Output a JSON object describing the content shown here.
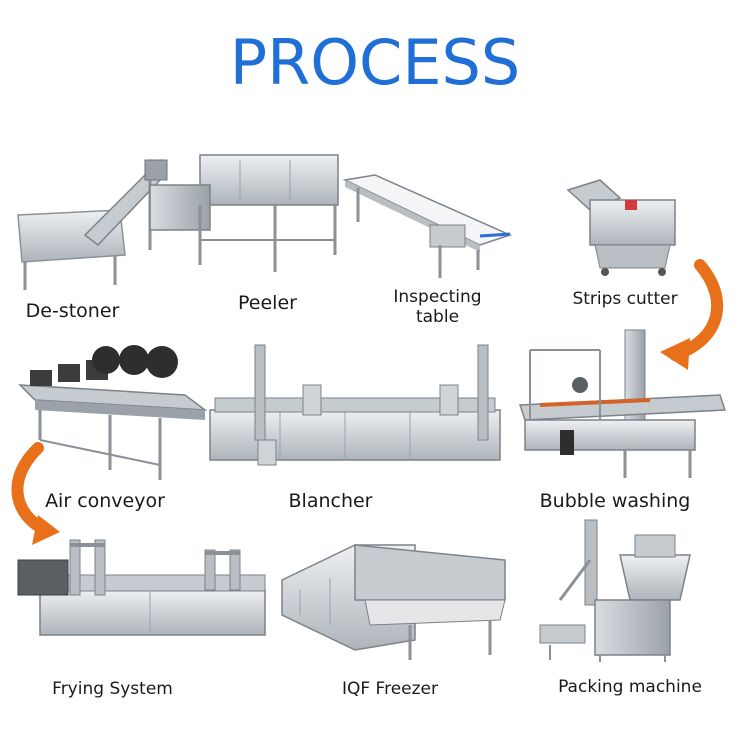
{
  "title": "PROCESS",
  "colors": {
    "title": "#1f6fd6",
    "arrow": "#e8701a",
    "steel_light": "#e4e6e8",
    "steel_mid": "#b9bec3",
    "steel_dark": "#7c8288"
  },
  "steps": [
    {
      "label": "De-stoner"
    },
    {
      "label": "Peeler"
    },
    {
      "label": "Inspecting table"
    },
    {
      "label": "Strips cutter"
    },
    {
      "label": "Air conveyor"
    },
    {
      "label": "Blancher"
    },
    {
      "label": "Bubble washing"
    },
    {
      "label": "Frying System"
    },
    {
      "label": "IQF Freezer"
    },
    {
      "label": "Packing machine"
    }
  ]
}
